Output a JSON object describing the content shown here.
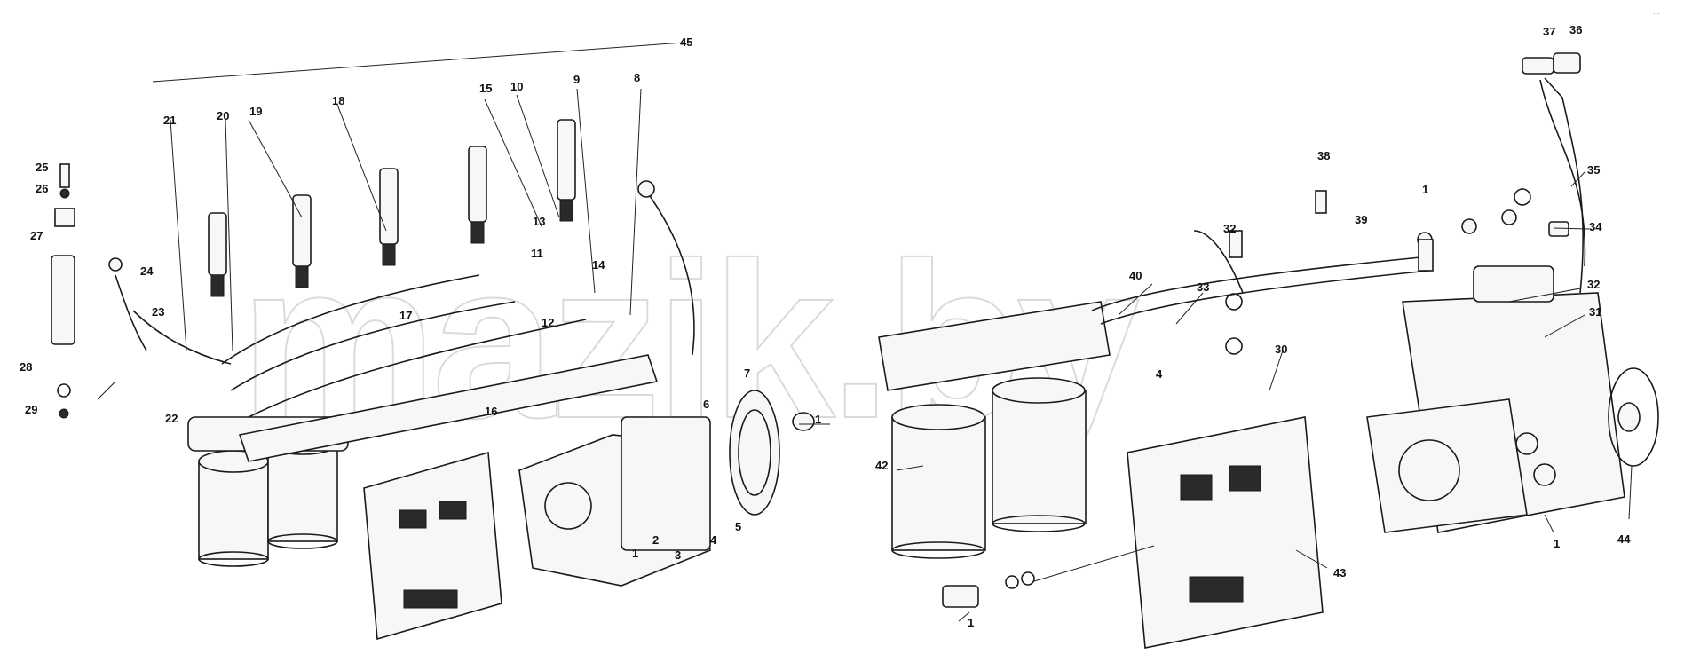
{
  "diagram": {
    "watermark": "mazik.by",
    "corner_mark": "...",
    "callouts": [
      "45",
      "21",
      "20",
      "19",
      "18",
      "15",
      "10",
      "9",
      "8",
      "25",
      "26",
      "27",
      "24",
      "23",
      "28",
      "29",
      "22",
      "17",
      "13",
      "11",
      "14",
      "12",
      "16",
      "7",
      "6",
      "1",
      "5",
      "4",
      "3",
      "2",
      "1",
      "37",
      "36",
      "35",
      "34",
      "38",
      "39",
      "1",
      "32",
      "33",
      "40",
      "30",
      "4",
      "32",
      "31",
      "42",
      "43",
      "1",
      "44",
      "1"
    ]
  }
}
